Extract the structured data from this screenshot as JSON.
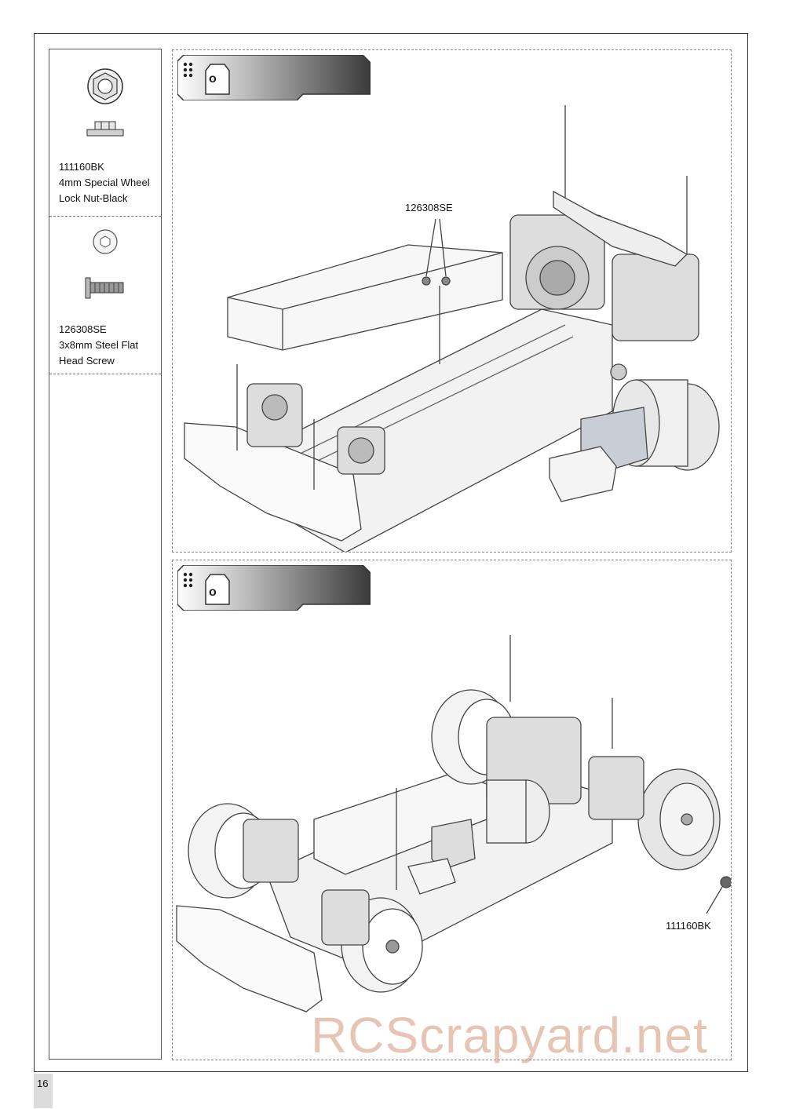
{
  "parts": [
    {
      "code": "111160BK",
      "line2": "4mm Special Wheel",
      "line3": "Lock Nut-Black",
      "icon": "flange-nut-icon"
    },
    {
      "code": "126308SE",
      "line2": "3x8mm Steel Flat",
      "line3": "Head Screw",
      "icon": "flat-head-screw-icon"
    }
  ],
  "steps": [
    {
      "bag_label": "o",
      "callout": "126308SE"
    },
    {
      "bag_label": "o",
      "callout": "111160BK"
    }
  ],
  "page_number": "16",
  "watermark": "RCScrapyard.net"
}
